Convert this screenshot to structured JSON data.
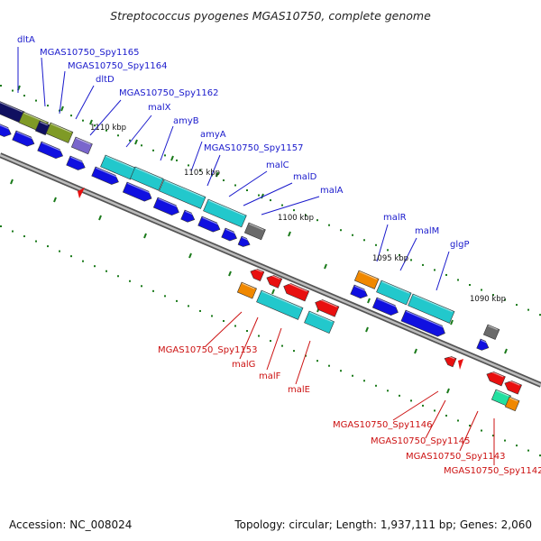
{
  "title": "Streptococcus pyogenes MGAS10750, complete genome",
  "footer": {
    "accession": "Accession: NC_008024",
    "summary": "Topology: circular; Length: 1,937,111 bp; Genes: 2,060"
  },
  "ticks": [
    "1110 kbp",
    "1105 kbp",
    "1100 kbp",
    "1095 kbp",
    "1090 kbp"
  ],
  "colors": {
    "forward_label": "#1a1acc",
    "reverse_label": "#cc1111",
    "forward_gene": "#1010e0",
    "reverse_gene": "#e81010",
    "cyan_feature": "#22c8cc",
    "olive_feature": "#7f9a26",
    "navy_feature": "#101060",
    "purple_feature": "#7a66cc",
    "orange_feature": "#f08800",
    "grey_feature": "#6a6a6a",
    "green_feature": "#22e0a0",
    "backbone": "#8a8a8a",
    "tick_mark": "#1a7a1a"
  },
  "forward_labels": [
    "dltA",
    "MGAS10750_Spy1165",
    "MGAS10750_Spy1164",
    "dltD",
    "MGAS10750_Spy1162",
    "malX",
    "amyB",
    "amyA",
    "MGAS10750_Spy1157",
    "malC",
    "malD",
    "malA",
    "malR",
    "malM",
    "glgP"
  ],
  "reverse_labels": [
    "MGAS10750_Spy1153",
    "malG",
    "malF",
    "malE",
    "MGAS10750_Spy1146",
    "MGAS10750_Spy1145",
    "MGAS10750_Spy1143",
    "MGAS10750_Spy1142"
  ]
}
